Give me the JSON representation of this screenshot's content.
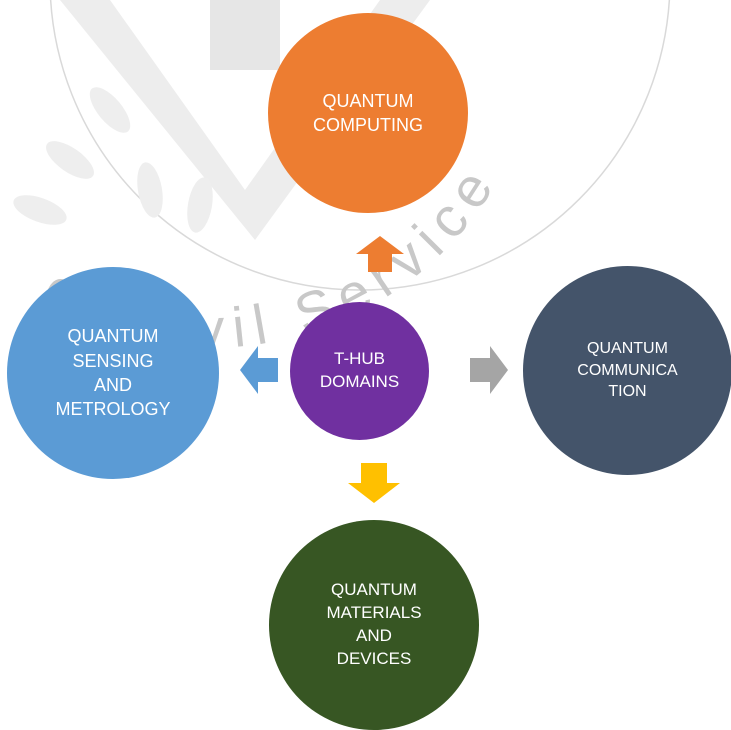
{
  "diagram": {
    "center": {
      "label": "T-HUB\nDOMAINS",
      "color": "#7030a0"
    },
    "top": {
      "label": "QUANTUM\nCOMPUTING",
      "color": "#ed7d31",
      "arrow_color": "#ed7d31"
    },
    "left": {
      "label": "QUANTUM\nSENSING\nAND\nMETROLOGY",
      "color": "#5b9bd5",
      "arrow_color": "#5b9bd5"
    },
    "right": {
      "label": "QUANTUM\nCOMMUNICA\nTION",
      "color": "#44546a",
      "arrow_color": "#a5a5a5"
    },
    "bottom": {
      "label": "QUANTUM\nMATERIALS\nAND\nDEVICES",
      "color": "#375623",
      "arrow_color": "#ffc000"
    }
  },
  "watermark": {
    "text": "of Civil Service"
  }
}
